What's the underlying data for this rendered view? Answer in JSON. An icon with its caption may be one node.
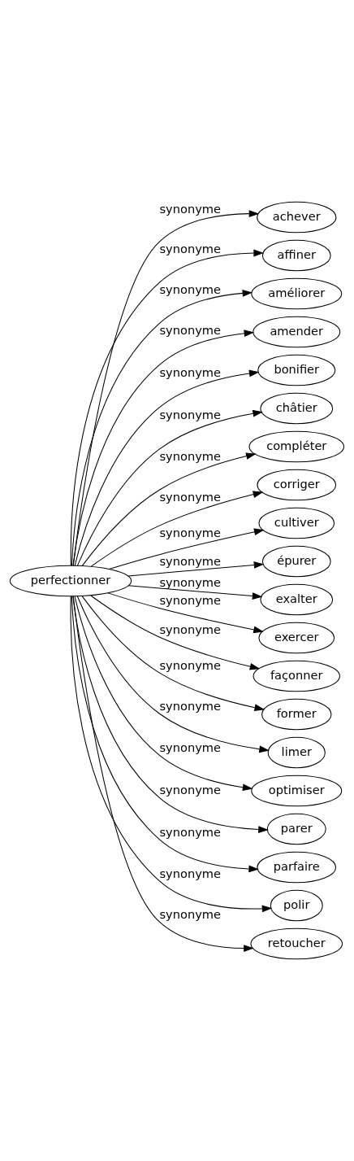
{
  "diagram": {
    "nodes": [
      {
        "text": [
          "perfectionner"
        ]
      },
      {
        "text": [
          "achever"
        ]
      },
      {
        "text": [
          "affiner"
        ]
      },
      {
        "text": [
          "améliorer"
        ]
      },
      {
        "text": [
          "amender"
        ]
      },
      {
        "text": [
          "bonifier"
        ]
      },
      {
        "text": [
          "châtier"
        ]
      },
      {
        "text": [
          "compléter"
        ]
      },
      {
        "text": [
          "corriger"
        ]
      },
      {
        "text": [
          "cultiver"
        ]
      },
      {
        "text": [
          "épurer"
        ]
      },
      {
        "text": [
          "exalter"
        ]
      },
      {
        "text": [
          "exercer"
        ]
      },
      {
        "text": [
          "façonner"
        ]
      },
      {
        "text": [
          "former"
        ]
      },
      {
        "text": [
          "limer"
        ]
      },
      {
        "text": [
          "optimiser"
        ]
      },
      {
        "text": [
          "parer"
        ]
      },
      {
        "text": [
          "parfaire"
        ]
      },
      {
        "text": [
          "polir"
        ]
      },
      {
        "text": [
          "retoucher"
        ]
      }
    ],
    "edges": [
      {
        "from": 0,
        "to": 1,
        "arrow": "to",
        "label": "synonyme"
      },
      {
        "from": 0,
        "to": 2,
        "arrow": "to",
        "label": "synonyme"
      },
      {
        "from": 0,
        "to": 3,
        "arrow": "to",
        "label": "synonyme"
      },
      {
        "from": 0,
        "to": 4,
        "arrow": "to",
        "label": "synonyme"
      },
      {
        "from": 0,
        "to": 5,
        "arrow": "to",
        "label": "synonyme"
      },
      {
        "from": 0,
        "to": 6,
        "arrow": "to",
        "label": "synonyme"
      },
      {
        "from": 0,
        "to": 7,
        "arrow": "to",
        "label": "synonyme"
      },
      {
        "from": 0,
        "to": 8,
        "arrow": "to",
        "label": "synonyme"
      },
      {
        "from": 0,
        "to": 9,
        "arrow": "to",
        "label": "synonyme"
      },
      {
        "from": 0,
        "to": 10,
        "arrow": "to",
        "label": "synonyme"
      },
      {
        "from": 0,
        "to": 11,
        "arrow": "to",
        "label": "synonyme"
      },
      {
        "from": 0,
        "to": 12,
        "arrow": "to",
        "label": "synonyme"
      },
      {
        "from": 0,
        "to": 13,
        "arrow": "to",
        "label": "synonyme"
      },
      {
        "from": 0,
        "to": 14,
        "arrow": "to",
        "label": "synonyme"
      },
      {
        "from": 0,
        "to": 15,
        "arrow": "to",
        "label": "synonyme"
      },
      {
        "from": 0,
        "to": 16,
        "arrow": "to",
        "label": "synonyme"
      },
      {
        "from": 0,
        "to": 17,
        "arrow": "to",
        "label": "synonyme"
      },
      {
        "from": 0,
        "to": 18,
        "arrow": "to",
        "label": "synonyme"
      },
      {
        "from": 0,
        "to": 19,
        "arrow": "to",
        "label": "synonyme"
      },
      {
        "from": 0,
        "to": 20,
        "arrow": "to",
        "label": "synonyme"
      }
    ]
  }
}
